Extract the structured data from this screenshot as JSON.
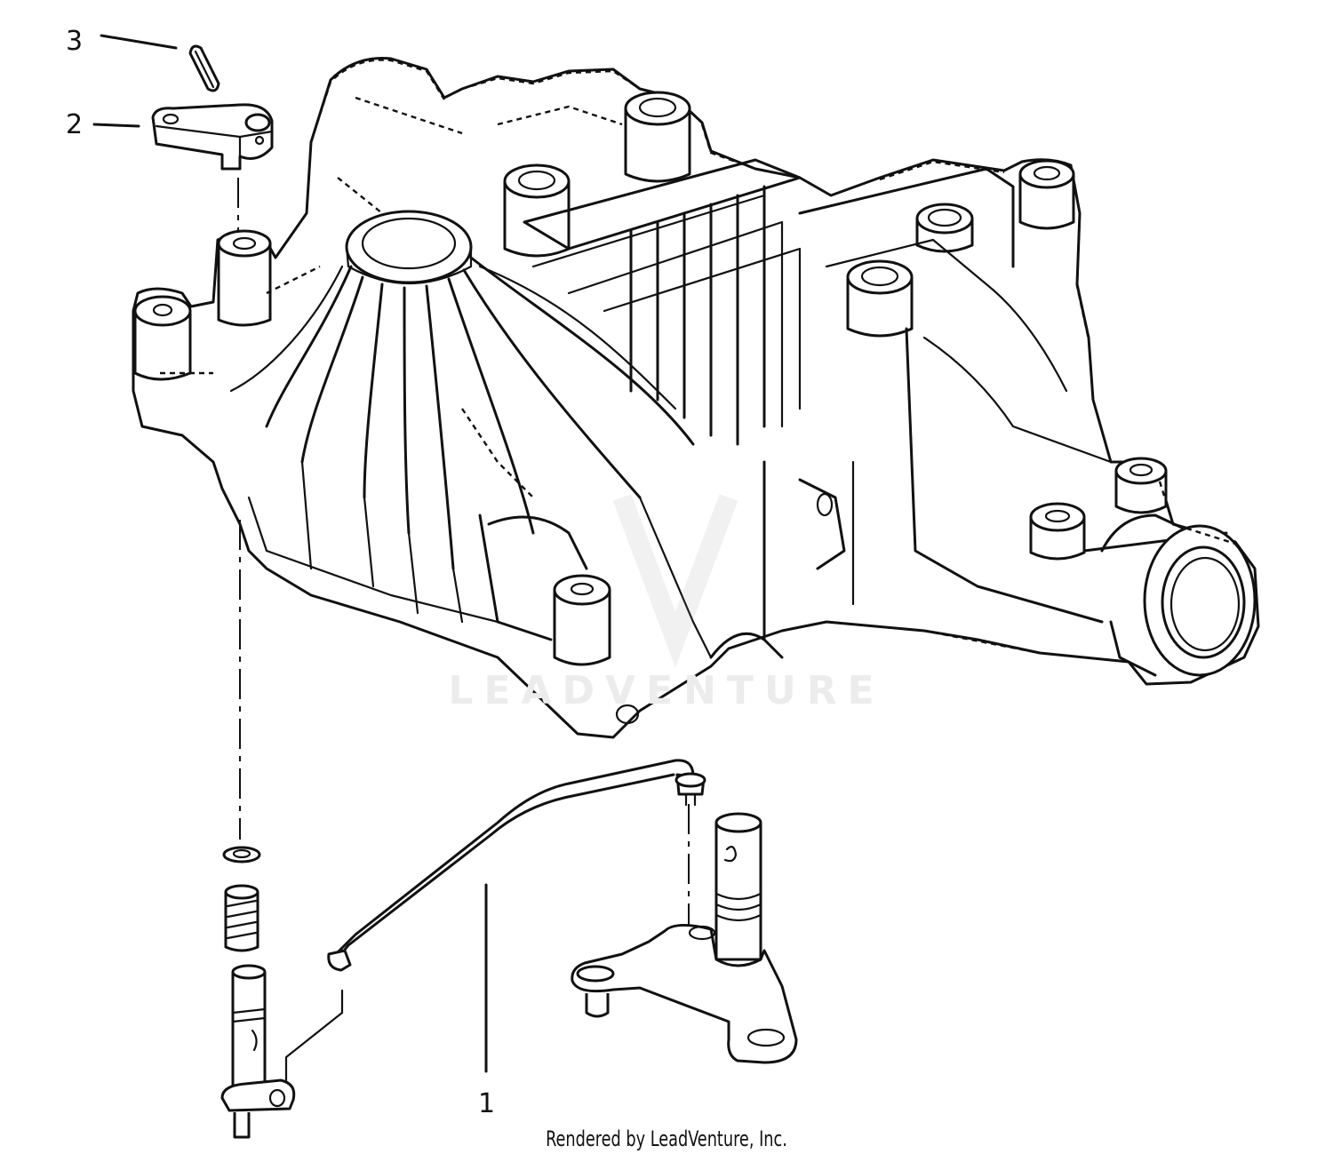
{
  "callouts": {
    "part_1": "1",
    "part_2": "2",
    "part_3": "3"
  },
  "watermark": "LEADVENTURE",
  "footer": "Rendered by LeadVenture, Inc."
}
